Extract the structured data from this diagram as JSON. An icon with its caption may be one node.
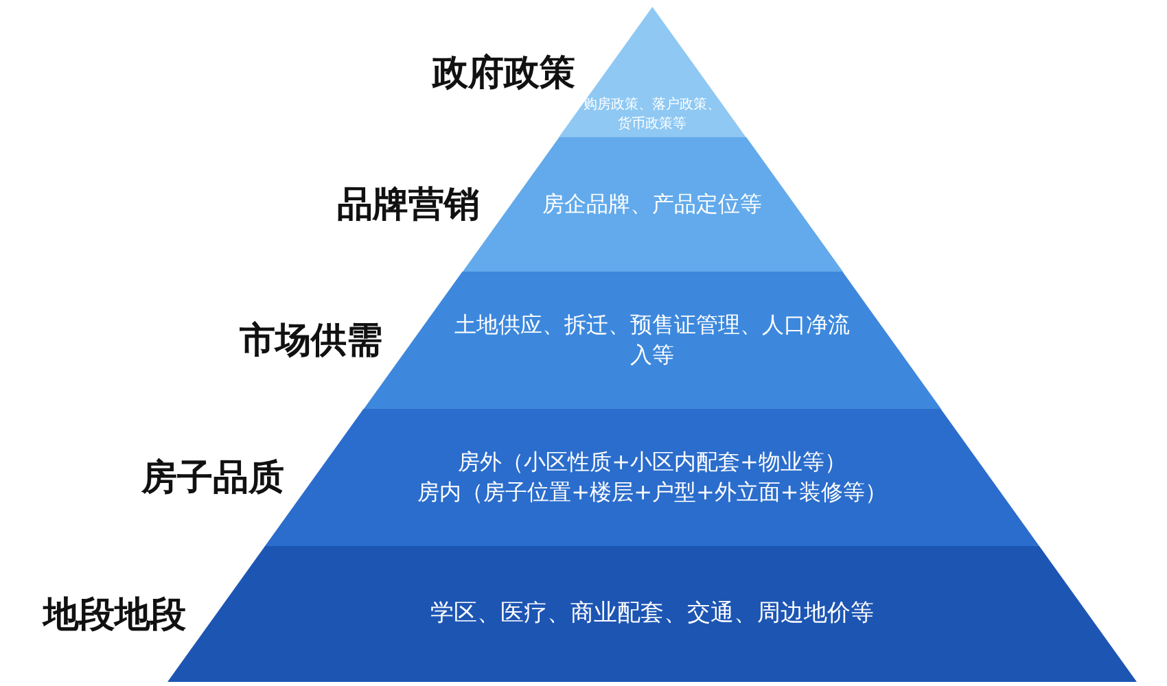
{
  "diagram": {
    "nodes": [
      {
        "text": [
          "购房政策、落户政策、货币政策等"
        ],
        "beside": [
          "政府政策"
        ]
      },
      {
        "text": [
          "房企品牌、产品定位等"
        ],
        "beside": [
          "品牌营销"
        ]
      },
      {
        "text": [
          "土地供应、拆迁、预售证管理、人口净流入等"
        ],
        "beside": [
          "市场供需"
        ]
      },
      {
        "text": [
          "房外（小区性质+小区内配套+物业等）",
          "房内（房子位置+楼层+户型+外立面+装修等）"
        ],
        "beside": [
          "房子品质"
        ]
      },
      {
        "text": [
          "学区、医疗、商业配套、交通、周边地价等"
        ],
        "beside": [
          "地段地段"
        ]
      }
    ]
  }
}
